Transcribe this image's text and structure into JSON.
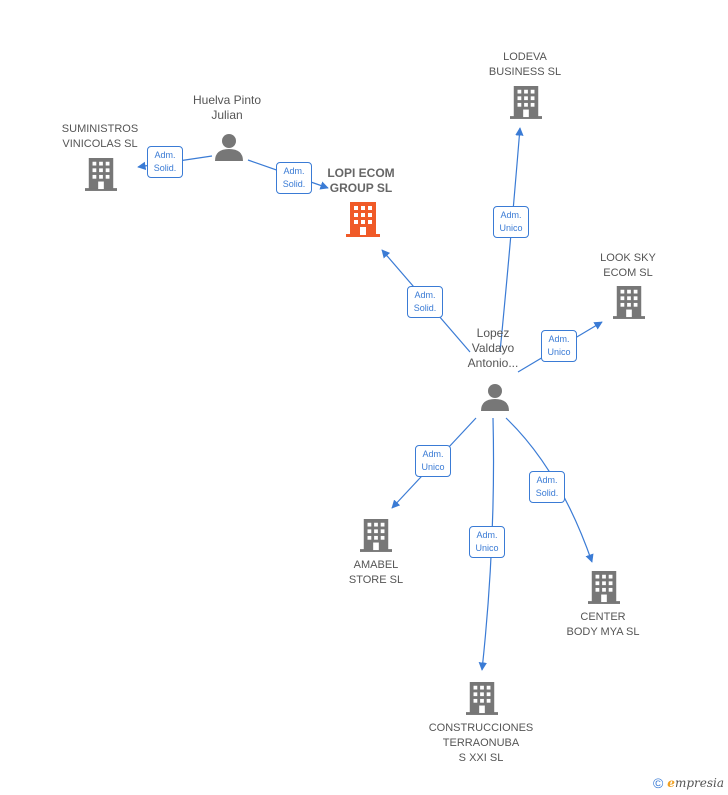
{
  "nodes": {
    "lopi": {
      "lines": [
        "LOPI ECOM",
        "GROUP  SL"
      ],
      "color": "#f05a28"
    },
    "lodeva": {
      "lines": [
        "LODEVA",
        "BUSINESS  SL"
      ]
    },
    "suministros": {
      "lines": [
        "SUMINISTROS",
        "VINICOLAS  SL"
      ]
    },
    "looksky": {
      "lines": [
        "LOOK SKY",
        "ECOM  SL"
      ]
    },
    "amabel": {
      "lines": [
        "AMABEL",
        "STORE  SL"
      ]
    },
    "center": {
      "lines": [
        "CENTER",
        "BODY MYA  SL"
      ]
    },
    "construcciones": {
      "lines": [
        "CONSTRUCCIONES",
        "TERRAONUBA",
        "S XXI  SL"
      ]
    },
    "huelva": {
      "lines": [
        "Huelva Pinto",
        "Julian"
      ]
    },
    "lopez": {
      "lines": [
        "Lopez",
        "Valdayo",
        "Antonio..."
      ]
    }
  },
  "edges": {
    "huelva_suministros": [
      "Adm.",
      "Solid."
    ],
    "huelva_lopi": [
      "Adm.",
      "Solid."
    ],
    "lopez_lopi": [
      "Adm.",
      "Solid."
    ],
    "lopez_lodeva": [
      "Adm.",
      "Unico"
    ],
    "lopez_looksky": [
      "Adm.",
      "Unico"
    ],
    "lopez_amabel": [
      "Adm.",
      "Unico"
    ],
    "lopez_construcciones": [
      "Adm.",
      "Unico"
    ],
    "lopez_center": [
      "Adm.",
      "Solid."
    ]
  },
  "colors": {
    "edge": "#3a7bd5",
    "building": "#777777",
    "person": "#777777",
    "highlight": "#f05a28"
  },
  "icons": {
    "company": "building-icon",
    "person": "person-icon"
  },
  "footer": {
    "copyright": "©",
    "brand_initial": "e",
    "brand_rest": "mpresia"
  }
}
